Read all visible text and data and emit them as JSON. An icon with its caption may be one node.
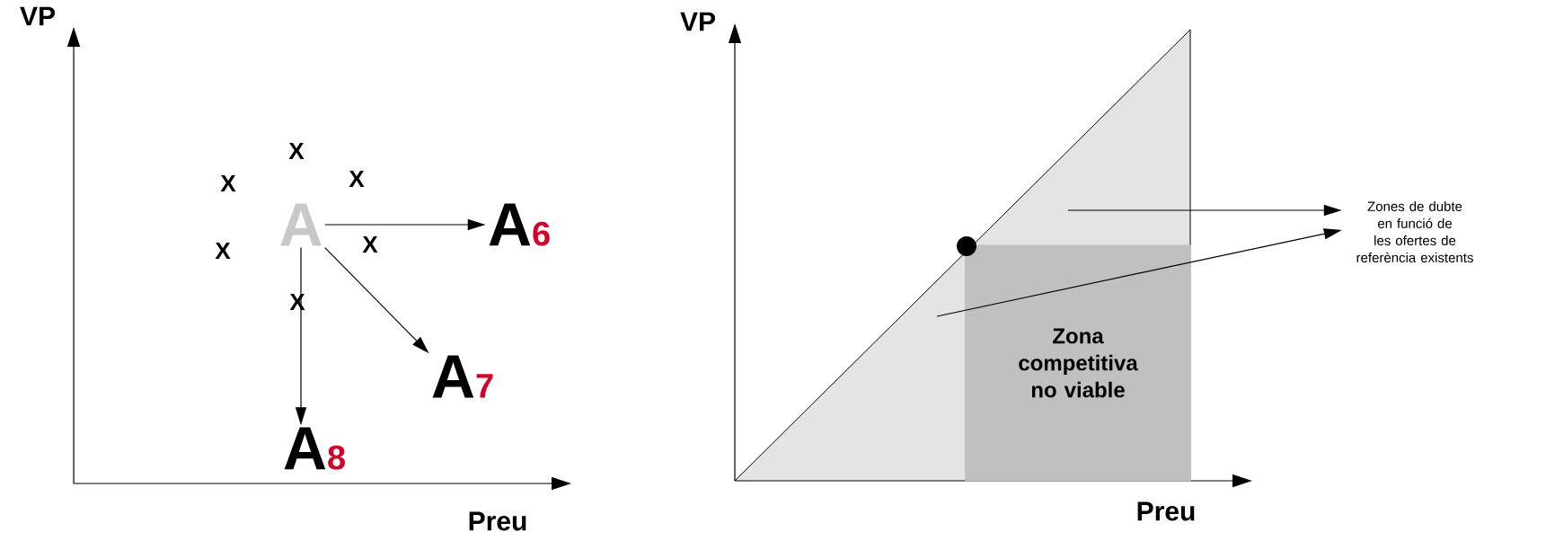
{
  "diagram": {
    "nodes": [
      {
        "text": [
          "A"
        ]
      },
      {
        "text": [
          "A",
          "6"
        ]
      },
      {
        "text": [
          "A",
          "7"
        ]
      },
      {
        "text": [
          "A",
          "8"
        ]
      },
      {
        "text": [
          "Zones de dubte en funció de les ofertes de referència existents"
        ]
      },
      {
        "text": [
          "Zona competitiva no viable"
        ]
      }
    ],
    "edges": [
      {
        "from": 0,
        "to": 1,
        "arrow": "to"
      },
      {
        "from": 0,
        "to": 2,
        "arrow": "to"
      },
      {
        "from": 0,
        "to": 3,
        "arrow": "to"
      },
      {
        "from": null,
        "to": 4,
        "arrow": "to"
      },
      {
        "from": null,
        "to": 4,
        "arrow": "to"
      }
    ],
    "labels": [
      "VP",
      "X",
      "X",
      "X",
      "X",
      "X",
      "X",
      "Preu",
      "VP",
      "Preu"
    ]
  }
}
